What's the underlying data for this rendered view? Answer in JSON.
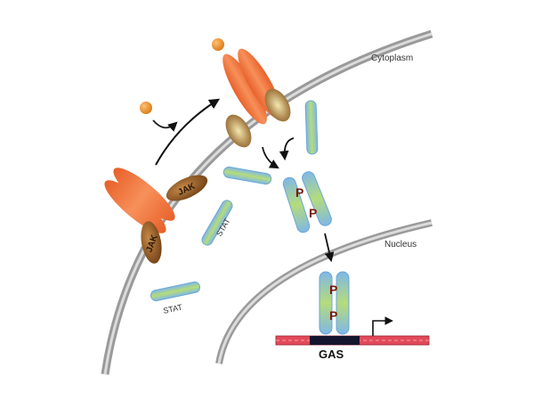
{
  "labels": {
    "cytoplasm": "Cytoplasm",
    "nucleus": "Nucleus",
    "jak": "JAK",
    "stat": "STAT",
    "phospho": "P",
    "gas": "GAS"
  },
  "colors": {
    "membrane": "#9a9a9a",
    "receptor": "#f07a3c",
    "jak": "#8a5520",
    "stat_center": "#a8d468",
    "stat_edge": "#7fb7e8",
    "ligand": "#e8902a",
    "dna": "#e24a5a",
    "gas_site": "#15152f"
  }
}
